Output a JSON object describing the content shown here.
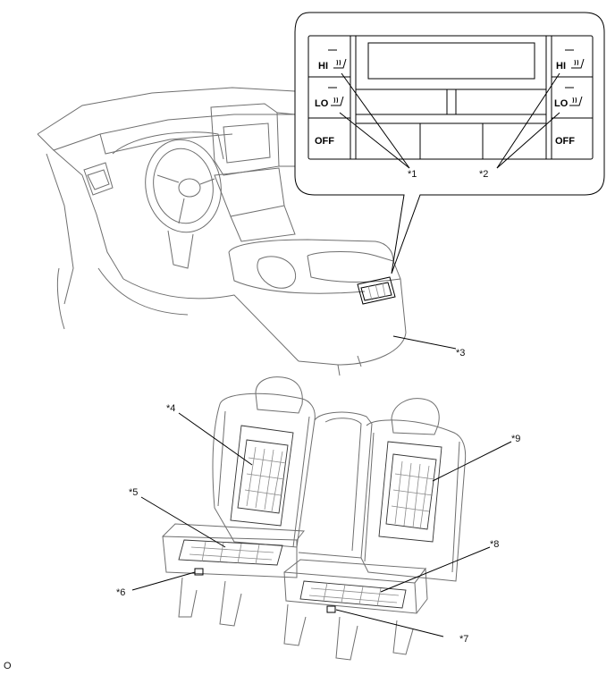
{
  "diagram": {
    "callouts": [
      {
        "id": "1",
        "text": "*1"
      },
      {
        "id": "2",
        "text": "*2"
      },
      {
        "id": "3",
        "text": "*3"
      },
      {
        "id": "4",
        "text": "*4"
      },
      {
        "id": "5",
        "text": "*5"
      },
      {
        "id": "6",
        "text": "*6"
      },
      {
        "id": "7",
        "text": "*7"
      },
      {
        "id": "8",
        "text": "*8"
      },
      {
        "id": "9",
        "text": "*9"
      }
    ],
    "panel": {
      "left_buttons": [
        "HI",
        "LO",
        "OFF"
      ],
      "right_buttons": [
        "HI",
        "LO",
        "OFF"
      ]
    },
    "corner_mark": "O"
  }
}
